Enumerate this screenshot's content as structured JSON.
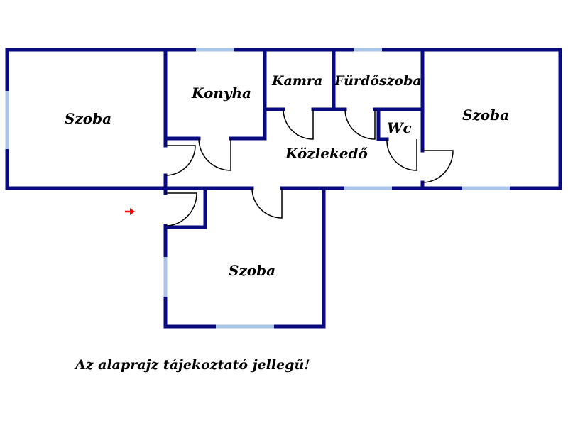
{
  "colors": {
    "wall": "#0a0a80",
    "window": "#a9c6e8",
    "door": "#000000",
    "entrance_arrow": "#ff0000",
    "background": "#ffffff"
  },
  "rooms": {
    "szoba_left": "Szoba",
    "konyha": "Konyha",
    "kamra": "Kamra",
    "furdoszoba": "Fürdőszoba",
    "wc": "Wc",
    "kozlekedo": "Közlekedő",
    "szoba_right": "Szoba",
    "szoba_bottom": "Szoba"
  },
  "entrance_icon": "right-arrow-icon",
  "disclaimer": "Az alaprajz tájekoztató jellegű!"
}
